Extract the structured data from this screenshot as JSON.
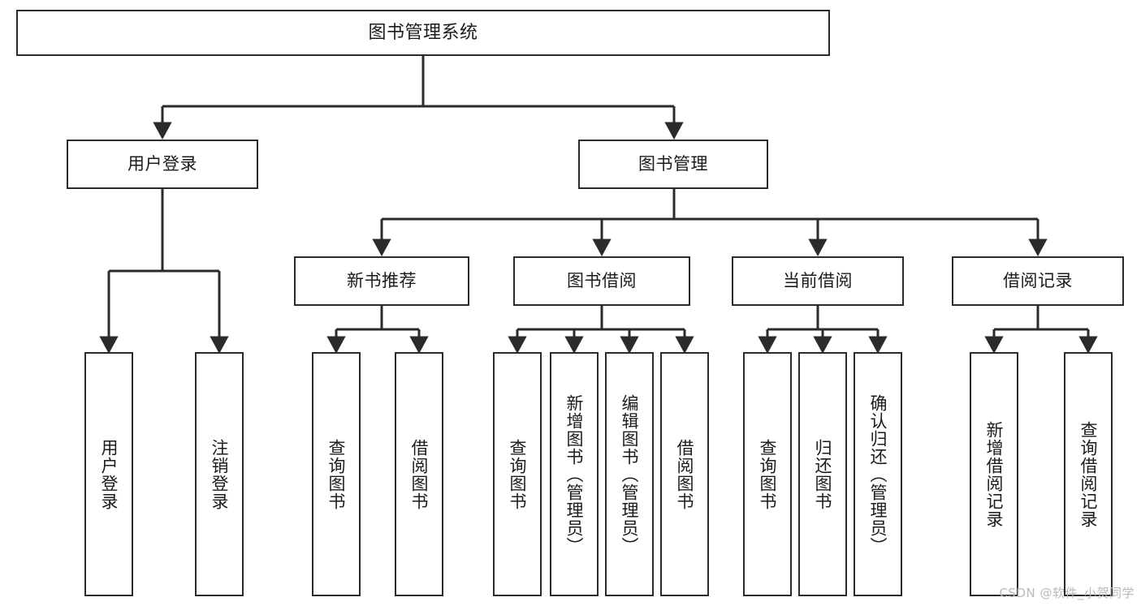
{
  "diagram": {
    "title": "图书管理系统",
    "type": "tree",
    "orientation": "top-down",
    "line_color": "#2b2b2b",
    "box_fill": "#ffffff",
    "text_color": "#1b1b1b",
    "watermark": "CSDN @软件_小贺同学",
    "nodes": {
      "root": {
        "label": "图书管理系统"
      },
      "level1": [
        {
          "id": "user-login",
          "label": "用户登录"
        },
        {
          "id": "book-manage",
          "label": "图书管理"
        }
      ],
      "level2": [
        {
          "id": "new-book-recommend",
          "label": "新书推荐",
          "parent": "book-manage"
        },
        {
          "id": "book-borrow",
          "label": "图书借阅",
          "parent": "book-manage"
        },
        {
          "id": "current-borrow",
          "label": "当前借阅",
          "parent": "book-manage"
        },
        {
          "id": "borrow-record",
          "label": "借阅记录",
          "parent": "book-manage"
        }
      ],
      "leaves": {
        "user-login": [
          {
            "id": "leaf-user-login",
            "label": "用户登录"
          },
          {
            "id": "leaf-logout-login",
            "label": "注销登录"
          }
        ],
        "new-book-recommend": [
          {
            "id": "leaf-query-book-1",
            "label": "查询图书"
          },
          {
            "id": "leaf-borrow-book-1",
            "label": "借阅图书"
          }
        ],
        "book-borrow": [
          {
            "id": "leaf-query-book-2",
            "label": "查询图书"
          },
          {
            "id": "leaf-add-book",
            "label": "新增图书（管理员）"
          },
          {
            "id": "leaf-edit-book",
            "label": "编辑图书（管理员）"
          },
          {
            "id": "leaf-borrow-book-2",
            "label": "借阅图书"
          }
        ],
        "current-borrow": [
          {
            "id": "leaf-query-book-3",
            "label": "查询图书"
          },
          {
            "id": "leaf-return-book",
            "label": "归还图书"
          },
          {
            "id": "leaf-confirm-return",
            "label": "确认归还（管理员）"
          }
        ],
        "borrow-record": [
          {
            "id": "leaf-add-record",
            "label": "新增借阅记录"
          },
          {
            "id": "leaf-query-record",
            "label": "查询借阅记录"
          }
        ]
      }
    }
  }
}
